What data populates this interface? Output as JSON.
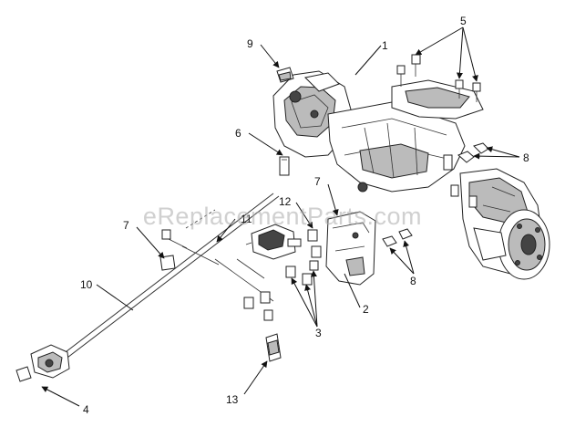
{
  "watermark": "eReplacementParts.com",
  "callouts": [
    {
      "id": "c1",
      "label": "1"
    },
    {
      "id": "c2",
      "label": "2"
    },
    {
      "id": "c3",
      "label": "3"
    },
    {
      "id": "c4",
      "label": "4"
    },
    {
      "id": "c5",
      "label": "5"
    },
    {
      "id": "c6",
      "label": "6"
    },
    {
      "id": "c7a",
      "label": "7"
    },
    {
      "id": "c7b",
      "label": "7"
    },
    {
      "id": "c8a",
      "label": "8"
    },
    {
      "id": "c8b",
      "label": "8"
    },
    {
      "id": "c9",
      "label": "9"
    },
    {
      "id": "c10",
      "label": "10"
    },
    {
      "id": "c11",
      "label": "11"
    },
    {
      "id": "c12",
      "label": "12"
    },
    {
      "id": "c13",
      "label": "13"
    }
  ],
  "colors": {
    "ink": "#111111",
    "background": "#ffffff",
    "watermark": "#aaaaaa"
  }
}
